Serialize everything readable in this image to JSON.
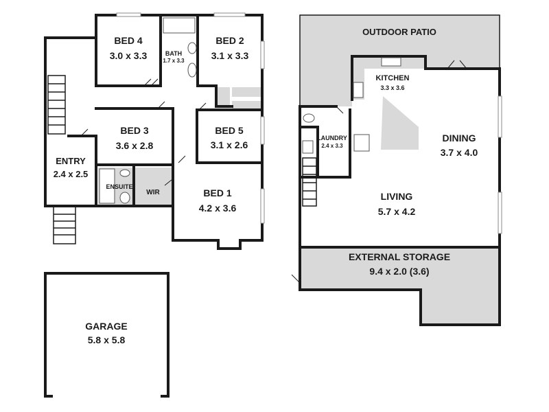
{
  "rooms": {
    "bed4": {
      "name": "BED 4",
      "dims": "3.0 x 3.3"
    },
    "bath": {
      "name": "BATH",
      "dims": "1.7 x 3.3"
    },
    "bed2": {
      "name": "BED 2",
      "dims": "3.1 x 3.3"
    },
    "bed3": {
      "name": "BED 3",
      "dims": "3.6 x 2.8"
    },
    "bed5": {
      "name": "BED 5",
      "dims": "3.1 x 2.6"
    },
    "entry": {
      "name": "ENTRY",
      "dims": "2.4 x 2.5"
    },
    "ensuite": {
      "name": "ENSUITE"
    },
    "wir": {
      "name": "WIR"
    },
    "bed1": {
      "name": "BED 1",
      "dims": "4.2 x 3.6"
    },
    "garage": {
      "name": "GARAGE",
      "dims": "5.8 x 5.8"
    },
    "outdoor_patio": {
      "name": "OUTDOOR PATIO"
    },
    "kitchen": {
      "name": "KITCHEN",
      "dims": "3.3 x 3.6"
    },
    "dining": {
      "name": "DINING",
      "dims": "3.7 x 4.0"
    },
    "laundry": {
      "name": "LAUNDRY",
      "dims": "2.4 x 3.3"
    },
    "living": {
      "name": "LIVING",
      "dims": "5.7 x 4.2"
    },
    "external_storage": {
      "name": "EXTERNAL STORAGE",
      "dims": "9.4 x 2.0 (3.6)"
    }
  },
  "colors": {
    "wall": "#1a1a1a",
    "shaded_area": "#d9d9d9",
    "background": "#ffffff"
  }
}
